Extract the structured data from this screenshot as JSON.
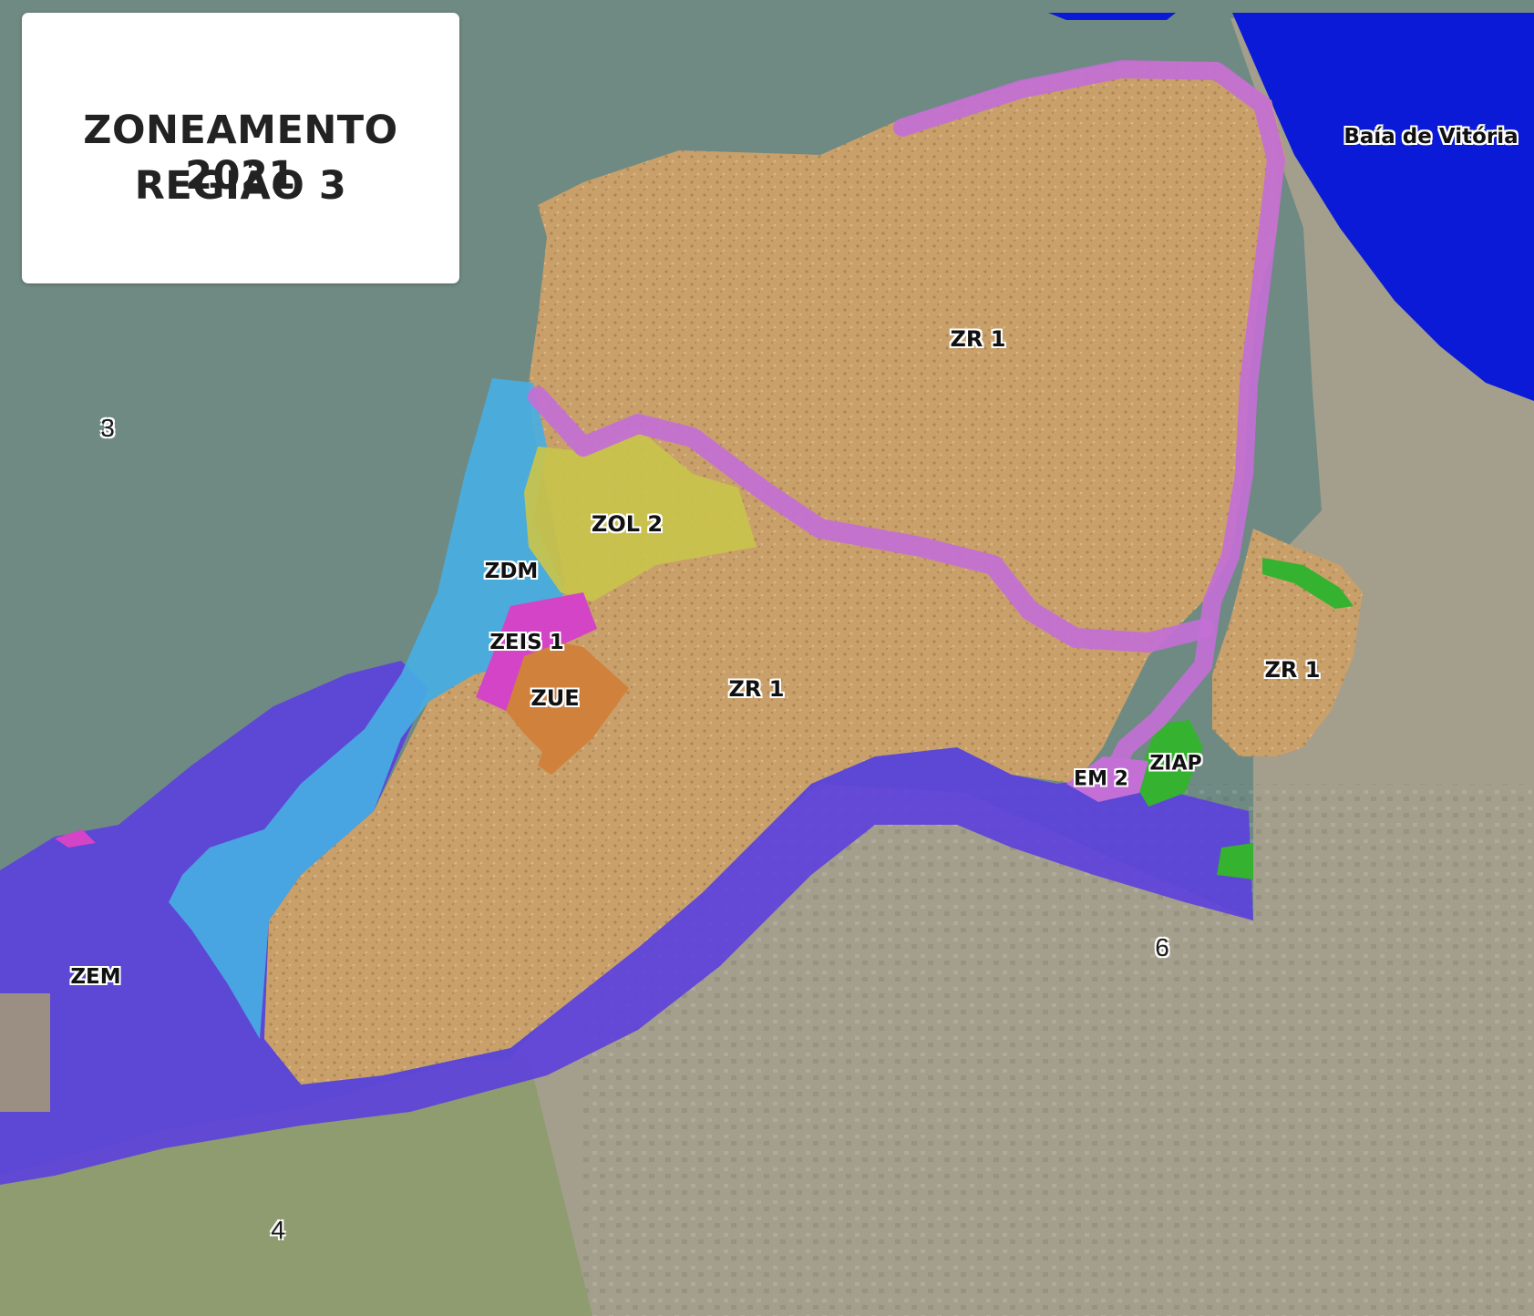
{
  "title": {
    "line1": "ZONEAMENTO 2021",
    "line2": "REGIÃO 3"
  },
  "water": {
    "name": "Baía de Vitória"
  },
  "regions": {
    "r3": "3",
    "r4": "4",
    "r6": "6"
  },
  "zones": {
    "zr1_north": "ZR 1",
    "zr1_center": "ZR 1",
    "zr1_east": "ZR 1",
    "zol2": "ZOL 2",
    "zdm": "ZDM",
    "zeis1": "ZEIS 1",
    "zue": "ZUE",
    "zem": "ZEM",
    "em2": "EM 2",
    "ziap": "ZIAP"
  },
  "colors": {
    "zr1": "#c9a06a",
    "zol2": "#c9c34c",
    "zdm": "#47aee3",
    "zeis1": "#d444c6",
    "zue": "#d0823c",
    "zem": "#5b3ee0",
    "em2": "#c36fd6",
    "ziap": "#35b22f",
    "water": "#0b1ad6",
    "region3": "#6f8a83",
    "region4": "#8e9c70",
    "region6": "#a39f8c"
  }
}
